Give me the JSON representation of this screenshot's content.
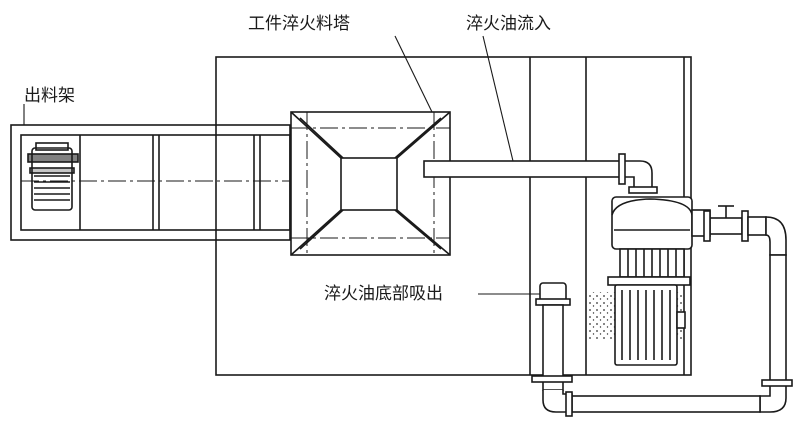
{
  "diagram": {
    "labels": {
      "quench_tower": "工件淬火料塔",
      "oil_inflow": "淬火油流入",
      "discharge_rack": "出料架",
      "bottom_suction": "淬火油底部吸出"
    },
    "colors": {
      "line": "#1a1a1a",
      "background": "#ffffff"
    }
  }
}
